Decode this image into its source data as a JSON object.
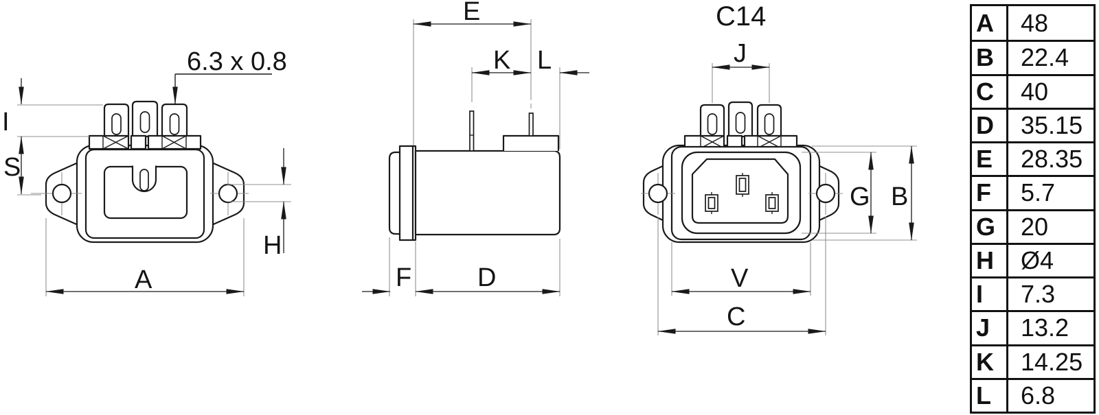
{
  "colors": {
    "line": "#1a1a1a",
    "thin_line": "#8f8f8f",
    "background": "#ffffff"
  },
  "views": {
    "rear_view": {
      "tab_callout": "6.3 x 0.8",
      "dim_i": "I",
      "dim_s": "S",
      "dim_a": "A",
      "dim_h": "H"
    },
    "side_view": {
      "dim_e": "E",
      "dim_k": "K",
      "dim_l": "L",
      "dim_f": "F",
      "dim_d": "D"
    },
    "front_view": {
      "title": "C14",
      "dim_j": "J",
      "dim_g": "G",
      "dim_b": "B",
      "dim_v": "V",
      "dim_c": "C"
    }
  },
  "table": {
    "rows": [
      {
        "key": "A",
        "value": "48"
      },
      {
        "key": "B",
        "value": "22.4"
      },
      {
        "key": "C",
        "value": "40"
      },
      {
        "key": "D",
        "value": "35.15"
      },
      {
        "key": "E",
        "value": "28.35"
      },
      {
        "key": "F",
        "value": "5.7"
      },
      {
        "key": "G",
        "value": "20"
      },
      {
        "key": "H",
        "value": "Ø4"
      },
      {
        "key": "I",
        "value": "7.3"
      },
      {
        "key": "J",
        "value": "13.2"
      },
      {
        "key": "K",
        "value": "14.25"
      },
      {
        "key": "L",
        "value": "6.8"
      }
    ]
  }
}
